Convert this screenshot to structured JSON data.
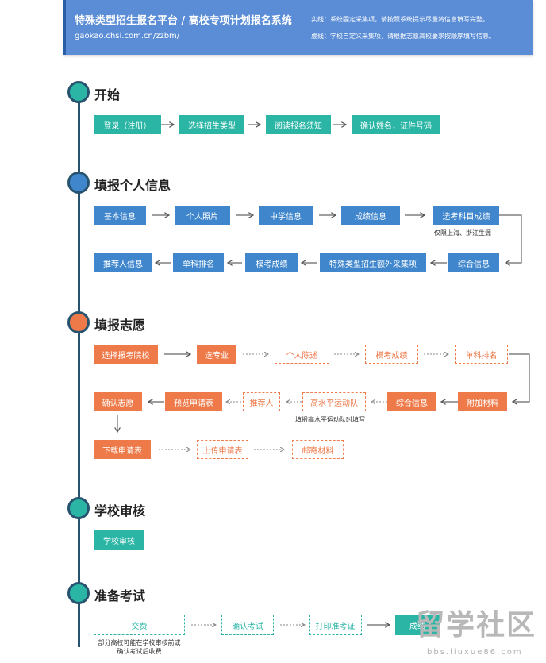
{
  "header": {
    "title": "特殊类型招生报名平台 / 高校专项计划报名系统",
    "url": "gaokao.chsi.com.cn/zzbm/",
    "legend_solid": "实线：系统固定采集项，请按照系统提示尽量将信息填写完整。",
    "legend_dashed": "虚线：学校自定义采集项，请根据志愿高校要求按顺序填写信息。"
  },
  "stages": {
    "start": {
      "title": "开始",
      "color": "#2bb5a5",
      "steps": [
        "登录（注册）",
        "选择招生类型",
        "阅读报名须知",
        "确认姓名，证件号码"
      ]
    },
    "personal": {
      "title": "填报个人信息",
      "color": "#3f86cc",
      "row1": [
        "基本信息",
        "个人照片",
        "中学信息",
        "成绩信息",
        "选考科目成绩"
      ],
      "row1_note": "仅限上海、浙江生源",
      "row2": [
        "推荐人信息",
        "单科排名",
        "模考成绩",
        "特殊类型招生额外采集项",
        "综合信息"
      ]
    },
    "wish": {
      "title": "填报志愿",
      "color": "#ee7a4a",
      "row1": [
        "选择报考院校",
        "选专业",
        "个人陈述",
        "模考成绩",
        "单科排名"
      ],
      "row2": [
        "确认志愿",
        "预览申请表",
        "推荐人",
        "高水平运动队",
        "综合信息",
        "附加材料"
      ],
      "row2_note": "填报高水平运动队时填写",
      "row3": [
        "下载申请表",
        "上传申请表",
        "邮寄材料"
      ]
    },
    "review": {
      "title": "学校审核",
      "color": "#2bb5a5",
      "steps": [
        "学校审核"
      ]
    },
    "exam": {
      "title": "准备考试",
      "color": "#2bb5a5",
      "steps": [
        "交费",
        "确认考试",
        "打印准考证",
        "成绩"
      ],
      "note_line1": "部分高校可能在学校审核前或",
      "note_line2": "确认考试后收费"
    }
  },
  "watermark": {
    "main": "留学社区",
    "sub": "bbs.liuxue86.com"
  }
}
